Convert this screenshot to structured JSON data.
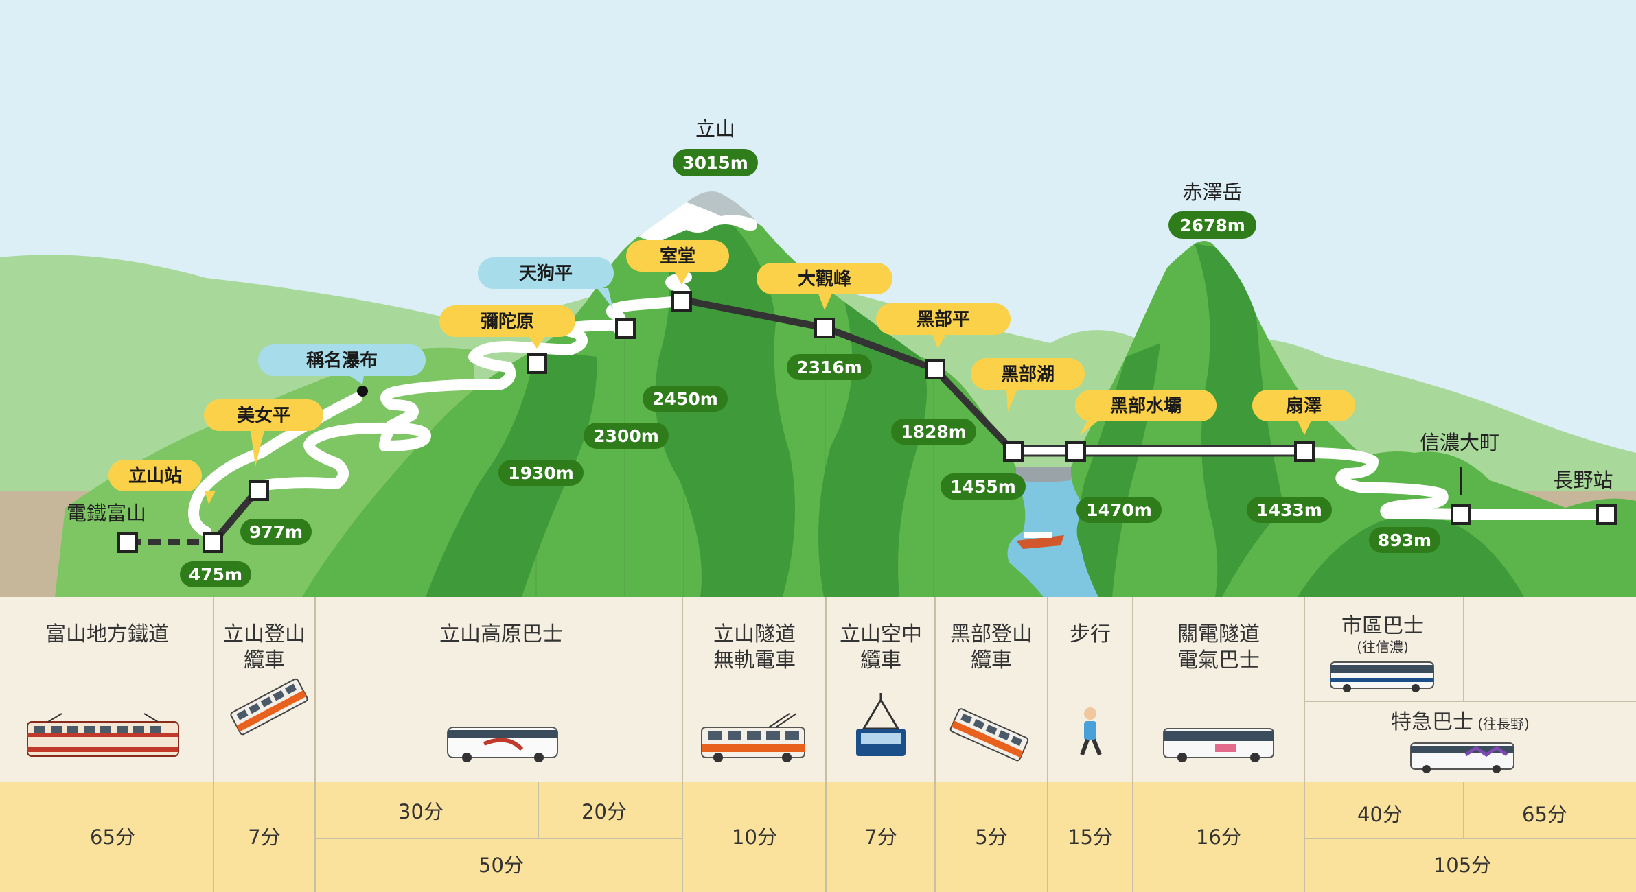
{
  "colors": {
    "sky": "#dceff6",
    "ground": "#c7b79a",
    "mountain_dark": "#3f9a3a",
    "mountain_mid": "#5cb54a",
    "mountain_light": "#a9d99a",
    "elevation_badge": "#2e7d1a",
    "station_pill_yellow": "#fcd14a",
    "station_pill_blue": "#a7dcea",
    "panel_bg": "#f5efe1",
    "time_band": "#fbe29c",
    "route_black": "#333333",
    "route_white": "#ffffff"
  },
  "peaks": [
    {
      "name": "立山",
      "elevation": "3015m"
    },
    {
      "name": "赤澤岳",
      "elevation": "2678m"
    }
  ],
  "places": {
    "dentetsu_toyama": "電鐵富山",
    "tateyama_station": "立山站",
    "bijodaira": "美女平",
    "shomyo_falls": "稱名瀑布",
    "midagahara": "彌陀原",
    "tengudaira": "天狗平",
    "murodo": "室堂",
    "daikanbo": "大觀峰",
    "kurobedaira": "黑部平",
    "kurobe_lake": "黑部湖",
    "kurobe_dam": "黑部水壩",
    "ogizawa": "扇澤",
    "shinano_omachi": "信濃大町",
    "nagano_station": "長野站"
  },
  "elevations": {
    "tateyama_station": "475m",
    "bijodaira": "977m",
    "midagahara": "1930m",
    "tengudaira": "2300m",
    "murodo": "2450m",
    "daikanbo": "2316m",
    "kurobedaira": "1828m",
    "kurobe_lake": "1455m",
    "kurobe_dam": "1470m",
    "ogizawa": "1433m",
    "shinano_omachi": "893m"
  },
  "segments": [
    {
      "label": "富山地方鐵道",
      "icon": "train-icon",
      "time": "65分"
    },
    {
      "label": "立山登山",
      "label2": "纜車",
      "icon": "cable-car-icon",
      "time": "7分"
    },
    {
      "label": "立山高原巴士",
      "icon": "bus-icon",
      "time_a": "30分",
      "time_b": "20分",
      "time": "50分"
    },
    {
      "label": "立山隧道",
      "label2": "無軌電車",
      "icon": "trolleybus-icon",
      "time": "10分"
    },
    {
      "label": "立山空中",
      "label2": "纜車",
      "icon": "ropeway-icon",
      "time": "7分"
    },
    {
      "label": "黑部登山",
      "label2": "纜車",
      "icon": "cable-car-icon",
      "time": "5分"
    },
    {
      "label": "步行",
      "icon": "walker-icon",
      "time": "15分"
    },
    {
      "label": "關電隧道",
      "label2": "電氣巴士",
      "icon": "electric-bus-icon",
      "time": "16分"
    },
    {
      "label": "市區巴士",
      "sub": "(往信濃)",
      "label_b": "特急巴士",
      "sub_b": "(往長野)",
      "icon": "express-bus-icon",
      "time_a": "40分",
      "time_b": "65分",
      "time": "105分"
    }
  ]
}
